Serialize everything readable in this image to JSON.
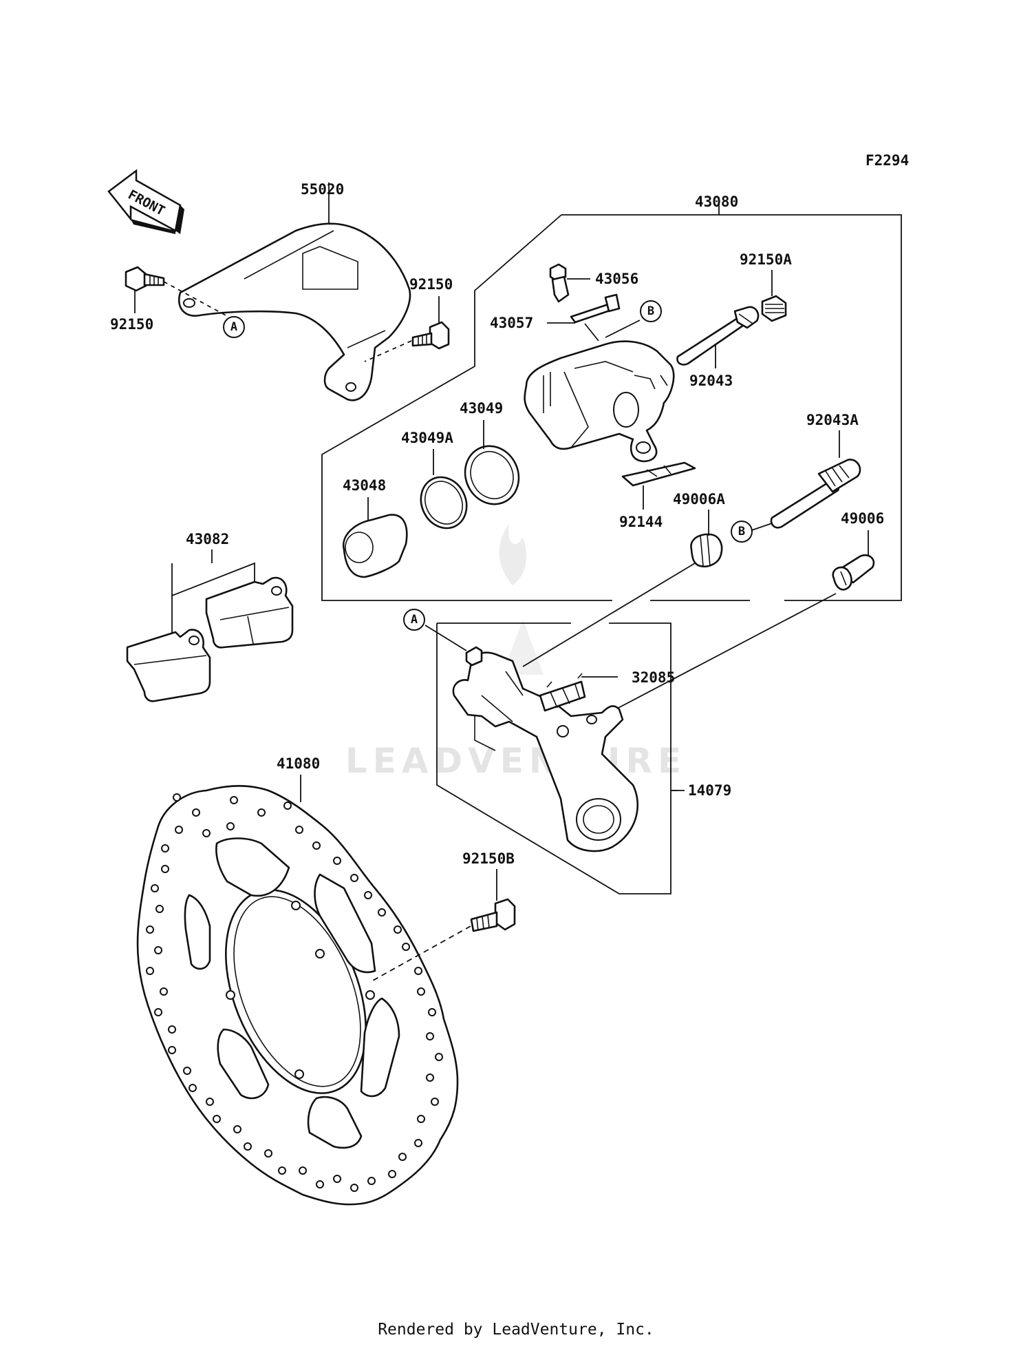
{
  "figure_code": "F2294",
  "front_arrow": {
    "text": "FRONT"
  },
  "ref_markers": {
    "a": "A",
    "b": "B"
  },
  "watermark": "LEADVENTURE",
  "labels": [
    {
      "id": "55020",
      "text": "55020"
    },
    {
      "id": "92150-bolt-left",
      "text": "92150"
    },
    {
      "id": "92150-bolt-right",
      "text": "92150"
    },
    {
      "id": "43080",
      "text": "43080"
    },
    {
      "id": "43056",
      "text": "43056"
    },
    {
      "id": "43057",
      "text": "43057"
    },
    {
      "id": "92150A",
      "text": "92150A"
    },
    {
      "id": "92043",
      "text": "92043"
    },
    {
      "id": "43049",
      "text": "43049"
    },
    {
      "id": "43049A",
      "text": "43049A"
    },
    {
      "id": "43048",
      "text": "43048"
    },
    {
      "id": "92043A",
      "text": "92043A"
    },
    {
      "id": "49006A",
      "text": "49006A"
    },
    {
      "id": "92144",
      "text": "92144"
    },
    {
      "id": "49006",
      "text": "49006"
    },
    {
      "id": "43082",
      "text": "43082"
    },
    {
      "id": "32085",
      "text": "32085"
    },
    {
      "id": "14079",
      "text": "14079"
    },
    {
      "id": "41080",
      "text": "41080"
    },
    {
      "id": "92150B",
      "text": "92150B"
    }
  ],
  "footer": "Rendered by LeadVenture, Inc."
}
